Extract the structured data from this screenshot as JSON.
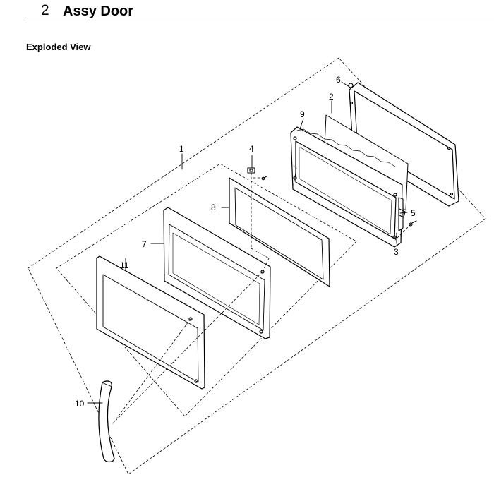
{
  "header": {
    "section_number": "2",
    "section_title": "Assy Door"
  },
  "view_title": "Exploded View",
  "callouts": [
    "1",
    "2",
    "3",
    "4",
    "5",
    "6",
    "7",
    "8",
    "9",
    "10",
    "11"
  ]
}
